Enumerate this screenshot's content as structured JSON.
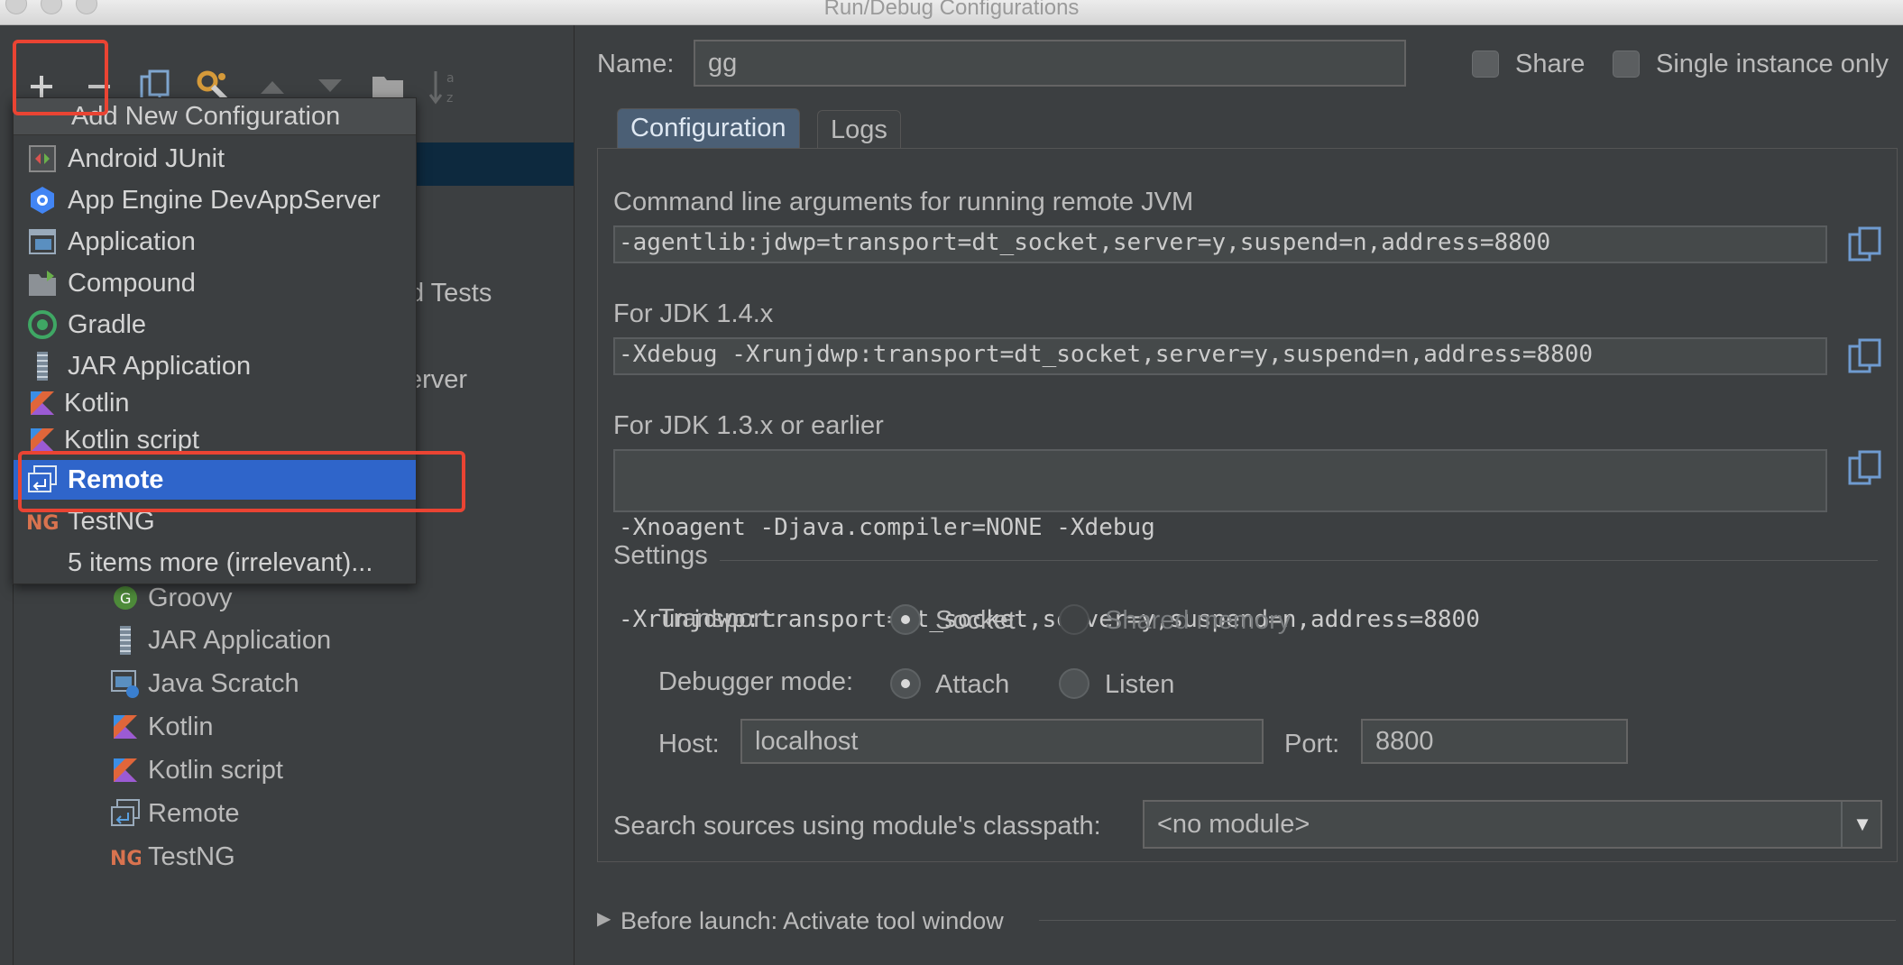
{
  "window": {
    "title": "Run/Debug Configurations"
  },
  "toolbar": {
    "add_icon": "plus-icon",
    "remove_icon": "minus-icon",
    "copy_icon": "copy-icon",
    "edit_defaults_icon": "wrench-icon",
    "move_up_icon": "arrow-up-icon",
    "move_down_icon": "arrow-down-icon",
    "folder_icon": "folder-icon",
    "sort_icon": "sort-alpha-icon"
  },
  "popup": {
    "header": "Add New Configuration",
    "items": [
      {
        "label": "Android JUnit",
        "icon": "android-junit-icon"
      },
      {
        "label": "App Engine DevAppServer",
        "icon": "app-engine-icon"
      },
      {
        "label": "Application",
        "icon": "application-icon"
      },
      {
        "label": "Compound",
        "icon": "compound-icon"
      },
      {
        "label": "Gradle",
        "icon": "gradle-icon"
      },
      {
        "label": "JAR Application",
        "icon": "jar-icon"
      },
      {
        "label": "Kotlin",
        "icon": "kotlin-icon"
      },
      {
        "label": "Kotlin script",
        "icon": "kotlin-icon"
      },
      {
        "label": "Remote",
        "icon": "remote-icon",
        "selected": true
      },
      {
        "label": "TestNG",
        "icon": "testng-icon"
      },
      {
        "label": "5 items more (irrelevant)...",
        "icon": ""
      }
    ]
  },
  "tree_background": {
    "partial_1": "d Tests",
    "partial_2": "erver"
  },
  "tree": {
    "items": [
      {
        "label": "Groovy",
        "icon": "groovy-icon"
      },
      {
        "label": "JAR Application",
        "icon": "jar-icon"
      },
      {
        "label": "Java Scratch",
        "icon": "java-scratch-icon"
      },
      {
        "label": "Kotlin",
        "icon": "kotlin-icon"
      },
      {
        "label": "Kotlin script",
        "icon": "kotlin-icon"
      },
      {
        "label": "Remote",
        "icon": "remote-icon"
      },
      {
        "label": "TestNG",
        "icon": "testng-icon"
      }
    ]
  },
  "header": {
    "name_label": "Name:",
    "name_value": "gg",
    "share_label": "Share",
    "share_checked": false,
    "single_instance_label": "Single instance only",
    "single_instance_checked": false
  },
  "tabs": [
    {
      "label": "Configuration",
      "active": true
    },
    {
      "label": "Logs",
      "active": false
    }
  ],
  "config": {
    "cmd_args_label": "Command line arguments for running remote JVM",
    "cmd_args_value": "-agentlib:jdwp=transport=dt_socket,server=y,suspend=n,address=8800",
    "jdk14_label": "For JDK 1.4.x",
    "jdk14_value": "-Xdebug -Xrunjdwp:transport=dt_socket,server=y,suspend=n,address=8800",
    "jdk13_label": "For JDK 1.3.x or earlier",
    "jdk13_value_line1": "-Xnoagent -Djava.compiler=NONE -Xdebug",
    "jdk13_value_line2": "-Xrunjdwp:transport=dt_socket,server=y,suspend=n,address=8800",
    "copy_icon": "copy-icon"
  },
  "settings": {
    "section_label": "Settings",
    "transport_label": "Transport:",
    "transport_options": [
      {
        "label": "Socket",
        "checked": true,
        "enabled": true
      },
      {
        "label": "Shared memory",
        "checked": false,
        "enabled": false
      }
    ],
    "debugger_mode_label": "Debugger mode:",
    "debugger_mode_options": [
      {
        "label": "Attach",
        "checked": true,
        "enabled": true
      },
      {
        "label": "Listen",
        "checked": false,
        "enabled": true
      }
    ],
    "host_label": "Host:",
    "host_value": "localhost",
    "port_label": "Port:",
    "port_value": "8800",
    "module_label": "Search sources using module's classpath:",
    "module_value": "<no module>",
    "module_arrow_icon": "triangle-down-icon"
  },
  "before_launch": {
    "label": "Before launch: Activate tool window",
    "expand_icon": "triangle-right-icon"
  },
  "colors": {
    "background": "#3c3f41",
    "selection": "#2f65ca",
    "tab_active": "#4b5f75",
    "highlight_box": "#ea4433",
    "text": "#bbbbbb"
  }
}
